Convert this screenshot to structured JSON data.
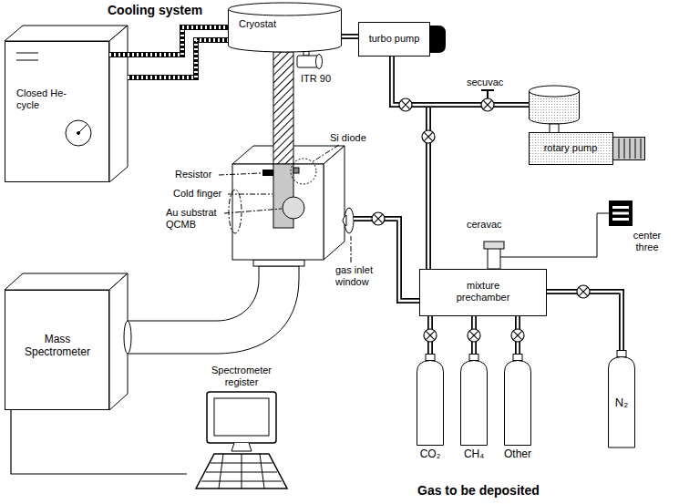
{
  "diagram": {
    "nodes": [
      {
        "text": [
          "Closed He-cycle"
        ]
      },
      {
        "text": [
          "Cryostat"
        ]
      },
      {
        "text": [
          "turbo pump"
        ]
      },
      {
        "text": [
          "rotary pump"
        ]
      },
      {
        "text": [
          "center three"
        ]
      },
      {
        "text": [
          "mixture prechamber"
        ]
      },
      {
        "text": [
          "Mass Spectrometer"
        ]
      },
      {
        "text": [
          "Spectrometer register"
        ]
      },
      {
        "text": [
          "CO₂"
        ]
      },
      {
        "text": [
          "CH₄"
        ]
      },
      {
        "text": [
          "Other"
        ]
      },
      {
        "text": [
          "N₂"
        ]
      }
    ],
    "edges": [
      {
        "from": 0,
        "to": 1,
        "arrow": "none"
      },
      {
        "from": 1,
        "to": 2,
        "arrow": "none"
      },
      {
        "from": 2,
        "to": 3,
        "arrow": "none"
      },
      {
        "from": 6,
        "to": 7,
        "arrow": "none"
      },
      {
        "from": 5,
        "to": 8,
        "arrow": "none"
      },
      {
        "from": 5,
        "to": 9,
        "arrow": "none"
      },
      {
        "from": 5,
        "to": 10,
        "arrow": "none"
      },
      {
        "from": 5,
        "to": 11,
        "arrow": "none"
      }
    ],
    "labels": [
      "Cooling system",
      "ITR 90",
      "secuvac",
      "Si diode",
      "Resistor",
      "Cold finger",
      "Au substrat QCMB",
      "gas inlet window",
      "ceravac",
      "Gas to be deposited"
    ]
  }
}
